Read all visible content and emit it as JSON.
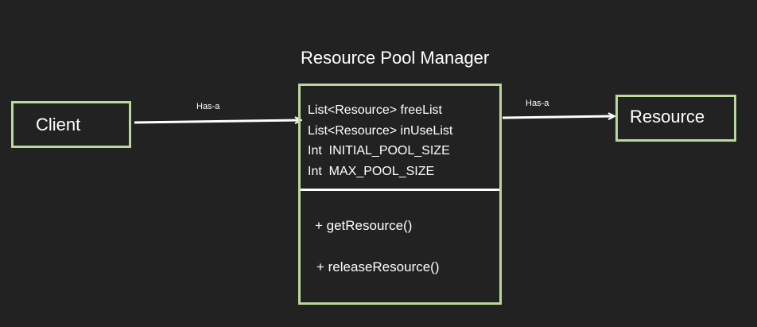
{
  "diagram": {
    "title": "Resource Pool Manager",
    "client": {
      "label": "Client"
    },
    "resource": {
      "label": "Resource"
    },
    "pool": {
      "attributes": [
        "List<Resource> freeList",
        "List<Resource> inUseList",
        "Int  INITIAL_POOL_SIZE",
        "Int  MAX_POOL_SIZE"
      ],
      "methods": [
        "+ getResource()",
        "+ releaseResource()"
      ]
    },
    "edges": [
      {
        "from": "Client",
        "to": "Resource Pool Manager",
        "label": "Has-a"
      },
      {
        "from": "Resource Pool Manager",
        "to": "Resource",
        "label": "Has-a"
      }
    ]
  },
  "colors": {
    "background": "#222222",
    "box_border": "#b9d89b",
    "text": "#ffffff",
    "arrow": "#ffffff"
  }
}
